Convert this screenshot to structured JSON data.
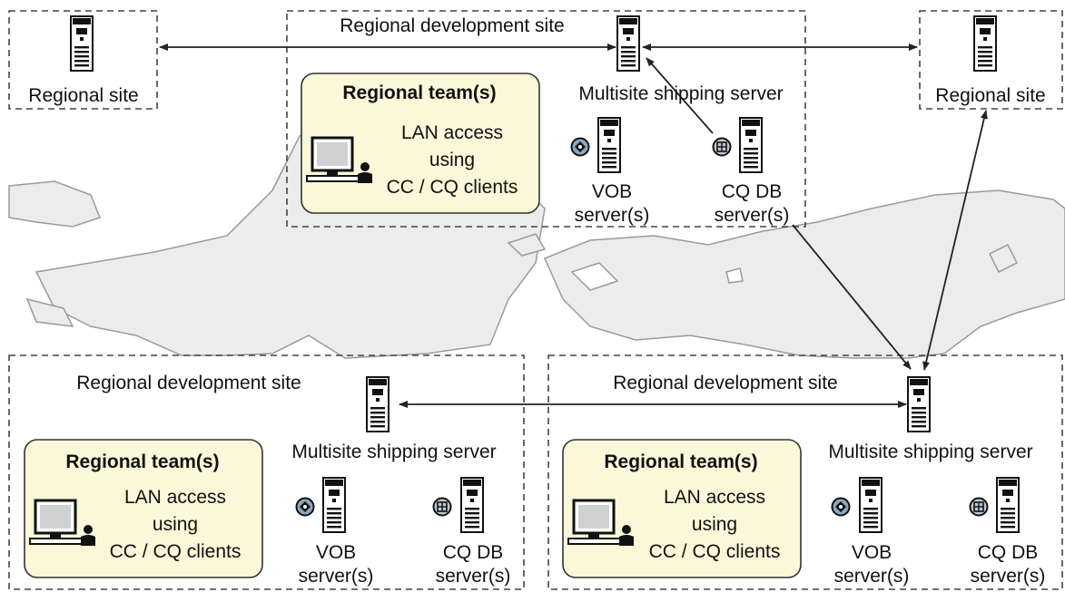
{
  "diagram": {
    "site_label": "Regional development site",
    "regional_site_label": "Regional site",
    "shipping_label": "Multisite shipping server",
    "team": {
      "title": "Regional team(s)",
      "line1": "LAN access",
      "line2": "using",
      "line3": "CC / CQ clients"
    },
    "vob": {
      "line1": "VOB",
      "line2": "server(s)"
    },
    "cq": {
      "line1": "CQ DB",
      "line2": "server(s)"
    }
  },
  "colors": {
    "team_fill": "#fbf7d9",
    "map_fill": "#ececec",
    "map_stroke": "#aaaaaa",
    "line": "#222222"
  },
  "icons": [
    "server-icon",
    "workstation-icon",
    "vob-db-icon",
    "cq-db-icon",
    "world-map"
  ]
}
